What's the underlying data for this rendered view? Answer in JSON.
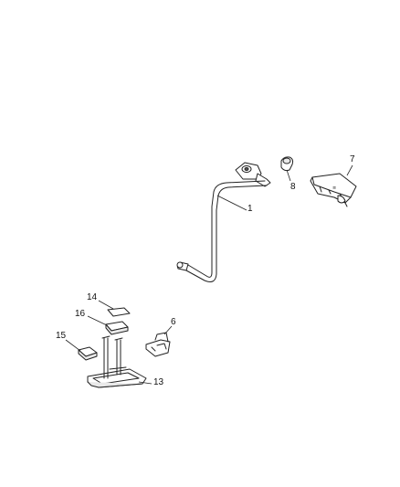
{
  "diagram": {
    "callouts": [
      {
        "id": "1",
        "label": "1"
      },
      {
        "id": "6",
        "label": "6"
      },
      {
        "id": "7",
        "label": "7"
      },
      {
        "id": "8",
        "label": "8"
      },
      {
        "id": "13",
        "label": "13"
      },
      {
        "id": "14",
        "label": "14"
      },
      {
        "id": "15",
        "label": "15"
      },
      {
        "id": "16",
        "label": "16"
      }
    ]
  }
}
